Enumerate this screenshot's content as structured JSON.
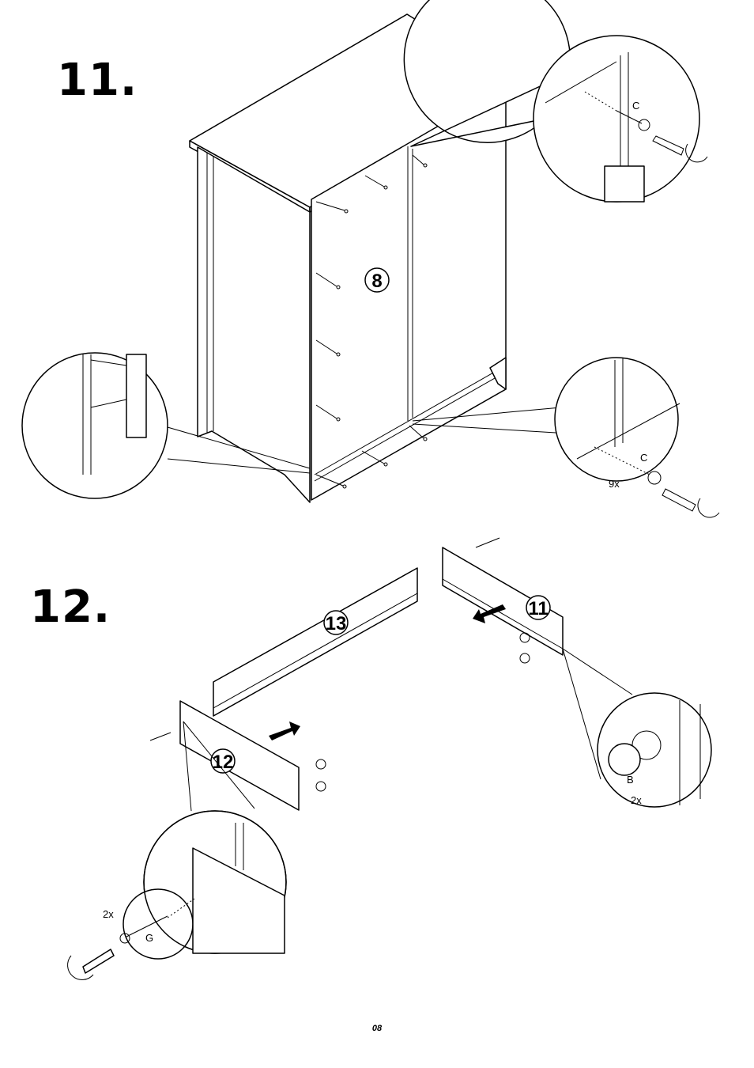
{
  "steps": [
    {
      "number": "11.",
      "part_label": "8",
      "callouts": [
        {
          "screw": "C",
          "quantity": ""
        },
        {
          "screw": "C",
          "quantity": "9x"
        }
      ]
    },
    {
      "number": "12.",
      "part_labels": [
        "13",
        "11",
        "12"
      ],
      "callouts": [
        {
          "fitting": "B",
          "quantity": "2x"
        },
        {
          "screw": "G",
          "quantity": "2x"
        }
      ]
    }
  ],
  "page_number": "08"
}
